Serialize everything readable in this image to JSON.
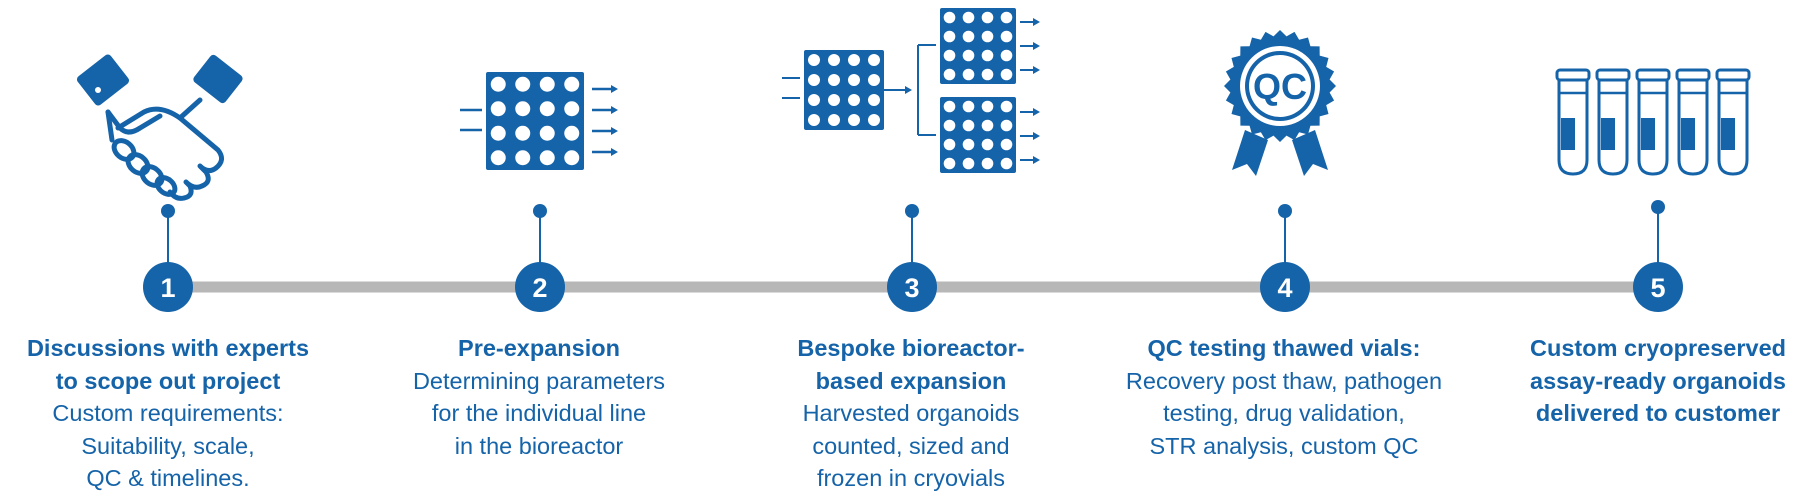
{
  "colors": {
    "primary": "#1563a8",
    "track": "#b7b7b7",
    "white": "#ffffff"
  },
  "steps": [
    {
      "number": "1",
      "icon": "handshake-icon",
      "title_lines": [
        "Discussions with experts",
        "to scope out project"
      ],
      "body_lines": [
        "Custom requirements:",
        "Suitability, scale,",
        "QC & timelines."
      ]
    },
    {
      "number": "2",
      "icon": "well-plate-icon",
      "title_lines": [
        "Pre-expansion"
      ],
      "body_lines": [
        "Determining parameters",
        "for the individual line",
        "in the bioreactor"
      ]
    },
    {
      "number": "3",
      "icon": "expansion-plates-icon",
      "title_lines": [
        "Bespoke bioreactor-",
        "based expansion"
      ],
      "body_lines": [
        "Harvested organoids",
        "counted, sized and",
        "frozen in cryovials"
      ]
    },
    {
      "number": "4",
      "icon": "qc-badge-icon",
      "badge_text": "QC",
      "title_lines": [
        "QC testing thawed vials:"
      ],
      "body_lines": [
        "Recovery post thaw, pathogen",
        "testing, drug validation,",
        "STR analysis, custom QC"
      ]
    },
    {
      "number": "5",
      "icon": "cryovials-icon",
      "title_lines": [
        "Custom cryopreserved",
        "assay-ready organoids",
        "delivered to customer"
      ],
      "body_lines": []
    }
  ]
}
